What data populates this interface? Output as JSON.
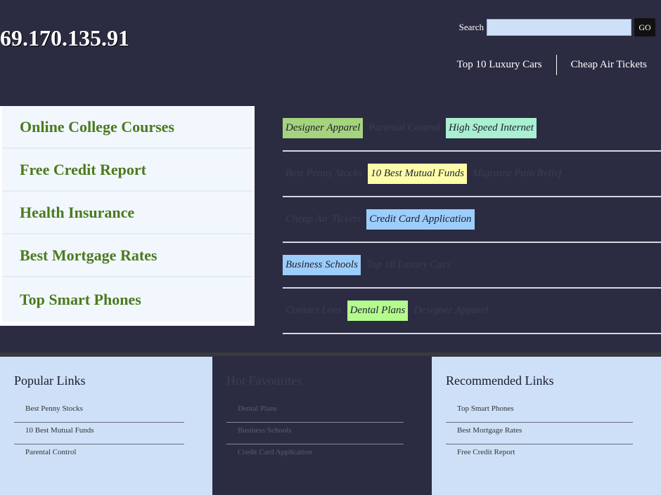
{
  "header": {
    "site_title": "69.170.135.91",
    "search_label": "Search",
    "search_value": "",
    "go_label": "GO",
    "nav": [
      "Top 10 Luxury Cars",
      "Cheap Air Tickets"
    ]
  },
  "left_menu": [
    "Online College Courses",
    "Free Credit Report",
    "Health Insurance",
    "Best Mortgage Rates",
    "Top Smart Phones"
  ],
  "tag_rows": [
    [
      {
        "text": "Designer Apparel",
        "style": "t-green"
      },
      {
        "text": "Parental Control",
        "style": "dim"
      },
      {
        "text": "High Speed Internet",
        "style": "t-mint"
      }
    ],
    [
      {
        "text": "Best Penny Stocks",
        "style": "dim"
      },
      {
        "text": "10 Best Mutual Funds",
        "style": "t-yellow"
      },
      {
        "text": "Migraine Pain Relief",
        "style": "dim"
      }
    ],
    [
      {
        "text": "Cheap Air Tickets",
        "style": "dim"
      },
      {
        "text": "Credit Card Application",
        "style": "t-blue"
      }
    ],
    [
      {
        "text": "Business Schools",
        "style": "t-blue"
      },
      {
        "text": "Top 10 Luxury Cars",
        "style": "dim"
      }
    ],
    [
      {
        "text": "Contact Lens",
        "style": "dim"
      },
      {
        "text": "Dental Plans",
        "style": "t-lime"
      },
      {
        "text": "Designer Apparel",
        "style": "dim"
      }
    ]
  ],
  "footer": {
    "popular": {
      "title": "Popular Links",
      "links": [
        "Best Penny Stocks",
        "10 Best Mutual Funds",
        "Parental Control"
      ]
    },
    "hot": {
      "title": "Hot Favourites",
      "links": [
        "Dental Plans",
        "Business Schools",
        "Credit Card Application"
      ]
    },
    "recommended": {
      "title": "Recommended Links",
      "links": [
        "Top Smart Phones",
        "Best Mortgage Rates",
        "Free Credit Report"
      ]
    }
  },
  "colors": {
    "background": "#2b2b42",
    "menu_text": "#4a7a1e",
    "footer_panel": "#cde0f7"
  }
}
